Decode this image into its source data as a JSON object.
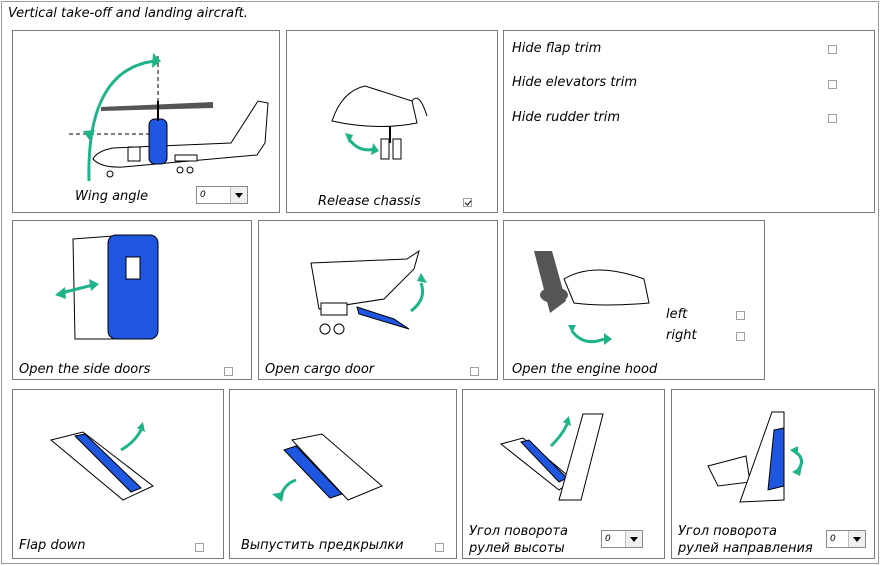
{
  "window": {
    "title": "Vertical take-off and landing aircraft."
  },
  "panels": {
    "wing_angle": {
      "label": "Wing angle",
      "select_value": "0"
    },
    "release_chassis": {
      "label": "Release chassis",
      "checked": true
    },
    "trim": {
      "hide_flap_trim": "Hide flap trim",
      "hide_elevators_trim": "Hide elevators trim",
      "hide_rudder_trim": "Hide rudder trim"
    },
    "side_doors": {
      "label": "Open the side doors"
    },
    "cargo_door": {
      "label": "Open cargo door"
    },
    "engine_hood": {
      "label": "Open the engine hood",
      "left": "left",
      "right": "right"
    },
    "flap_down": {
      "label": "Flap down"
    },
    "slats": {
      "label": "Выпустить предкрылки"
    },
    "elevator": {
      "label_line1": "Угол поворота",
      "label_line2": "рулей высоты",
      "select_value": "0"
    },
    "rudder": {
      "label_line1": "Угол поворота",
      "label_line2": "рулей направления",
      "select_value": "0"
    }
  },
  "colors": {
    "accent_blue": "#1f56e0",
    "arrow_green": "#1fb38a"
  }
}
